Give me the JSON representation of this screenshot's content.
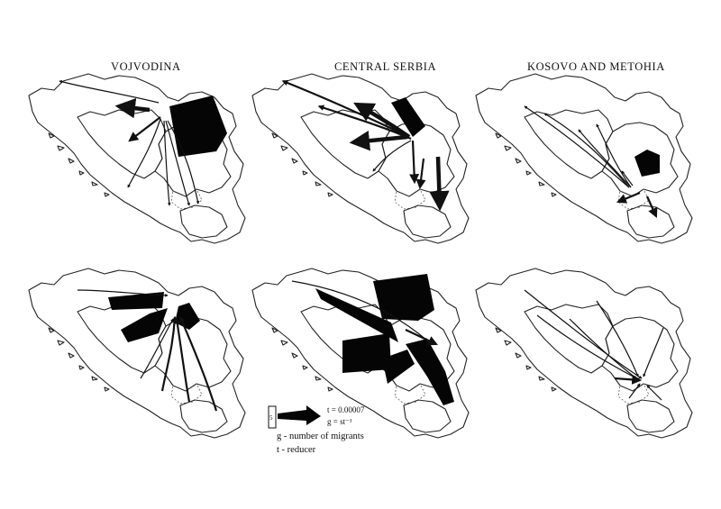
{
  "panels": [
    {
      "title": "VOJVODINA"
    },
    {
      "title": "CENTRAL SERBIA"
    },
    {
      "title": "KOSOVO AND METOHIA"
    }
  ],
  "legend": {
    "scale_mark": "5",
    "t_text": "t = 0.00007",
    "g_text": "g = st⁻¹",
    "line_g": "g - number of migrants",
    "line_t": "t - reducer"
  },
  "colors": {
    "ink": "#111111",
    "paper": "#ffffff"
  }
}
